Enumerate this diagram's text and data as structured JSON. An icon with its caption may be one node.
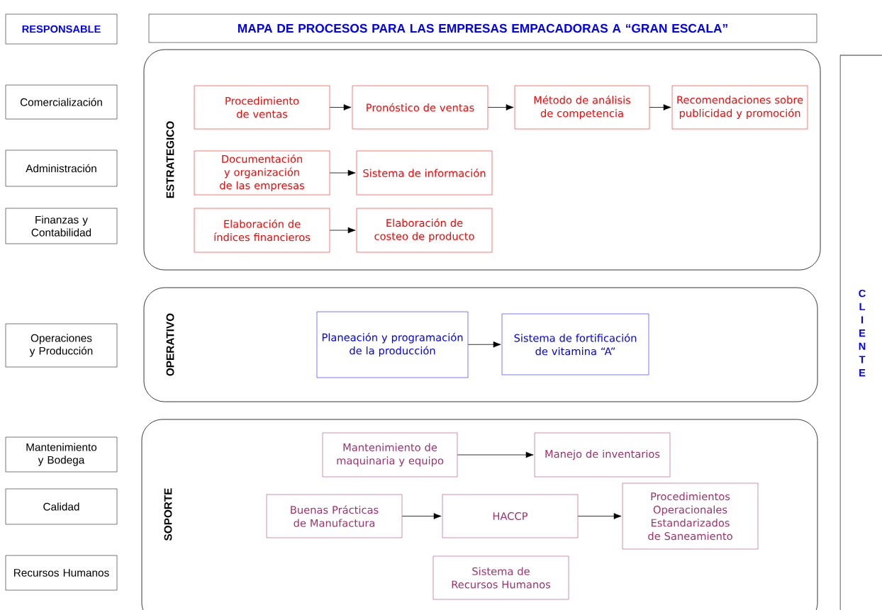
{
  "diagram": {
    "nodes": [
      {
        "text": [
          "RESPONSABLE"
        ]
      },
      {
        "text": [
          "MAPA DE PROCESOS PARA LAS EMPRESAS EMPACADORAS A “GRAN ESCALA”"
        ]
      },
      {
        "text": [
          "Comercialización"
        ]
      },
      {
        "text": [
          "Administración"
        ]
      },
      {
        "text": [
          "Finanzas y Contabilidad"
        ]
      },
      {
        "text": [
          "Operaciones y Producción"
        ]
      },
      {
        "text": [
          "Mantenimiento y Bodega"
        ]
      },
      {
        "text": [
          "Calidad"
        ]
      },
      {
        "text": [
          "Recursos Humanos"
        ]
      },
      {
        "text": [
          "CLIENTE"
        ]
      },
      {
        "text": [
          "ESTRATEGICO"
        ]
      },
      {
        "text": [
          "OPERATIVO"
        ]
      },
      {
        "text": [
          "SOPORTE"
        ]
      },
      {
        "text": [
          "Procedimiento de ventas"
        ],
        "in": 10
      },
      {
        "text": [
          "Pronóstico de ventas"
        ],
        "in": 10
      },
      {
        "text": [
          "Método de análisis de competencia"
        ],
        "in": 10
      },
      {
        "text": [
          "Recomendaciones sobre publicidad y promoción"
        ],
        "in": 10
      },
      {
        "text": [
          "Documentación y organización de las empresas"
        ],
        "in": 10
      },
      {
        "text": [
          "Sistema de información"
        ],
        "in": 10
      },
      {
        "text": [
          "Elaboración de índices financieros"
        ],
        "in": 10
      },
      {
        "text": [
          "Elaboración de costeo de producto"
        ],
        "in": 10
      },
      {
        "text": [
          "Planeación y programación de la producción"
        ],
        "in": 11
      },
      {
        "text": [
          "Sistema de fortificación de vitamina “A”"
        ],
        "in": 11
      },
      {
        "text": [
          "Mantenimiento de maquinaria y equipo"
        ],
        "in": 12
      },
      {
        "text": [
          "Manejo de inventarios"
        ],
        "in": 12
      },
      {
        "text": [
          "Buenas Prácticas de Manufactura"
        ],
        "in": 12
      },
      {
        "text": [
          "HACCP"
        ],
        "in": 12
      },
      {
        "text": [
          "Procedimientos Operacionales Estandarizados de Saneamiento"
        ],
        "in": 12
      },
      {
        "text": [
          "Sistema de Recursos Humanos"
        ],
        "in": 12
      }
    ],
    "edges": [
      {
        "from": 13,
        "to": 14,
        "arrow": "to"
      },
      {
        "from": 14,
        "to": 15,
        "arrow": "to"
      },
      {
        "from": 15,
        "to": 16,
        "arrow": "to"
      },
      {
        "from": 17,
        "to": 18,
        "arrow": "to"
      },
      {
        "from": 19,
        "to": 20,
        "arrow": "to"
      },
      {
        "from": 21,
        "to": 22,
        "arrow": "to"
      },
      {
        "from": 23,
        "to": 24,
        "arrow": "to"
      },
      {
        "from": 25,
        "to": 26,
        "arrow": "to"
      },
      {
        "from": 26,
        "to": 27,
        "arrow": "to"
      }
    ]
  }
}
